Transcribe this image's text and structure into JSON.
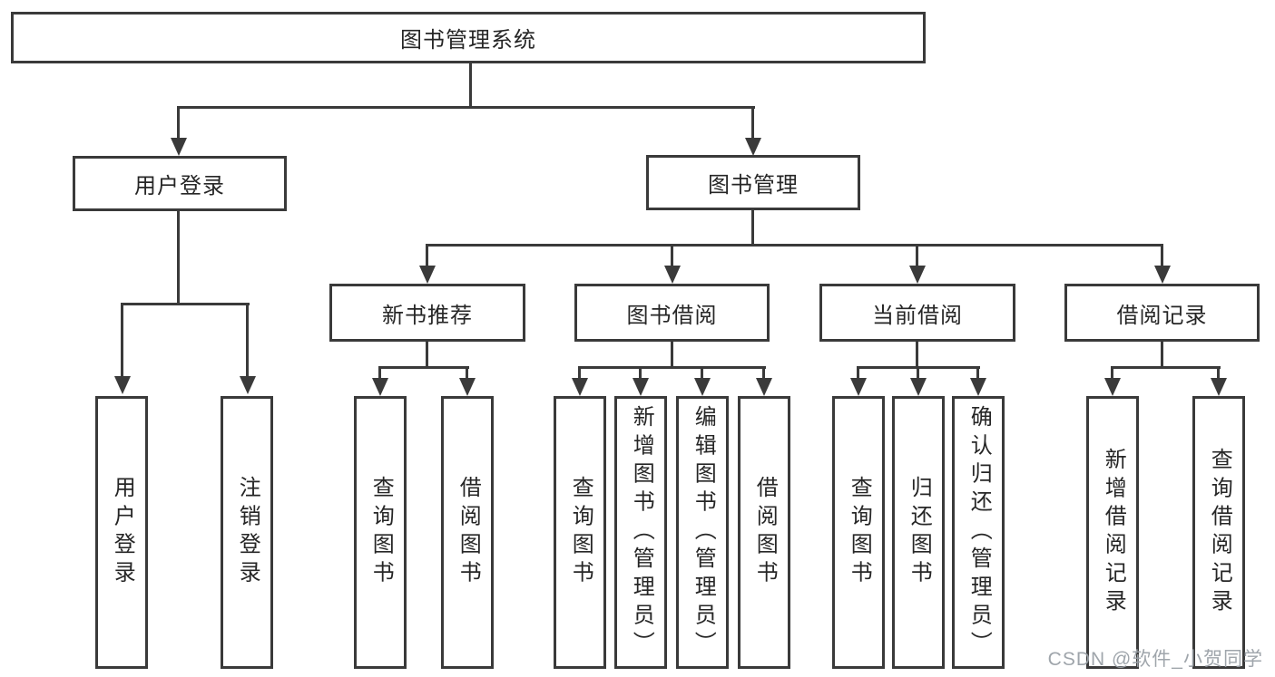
{
  "diagram": {
    "root": {
      "label": "图书管理系统"
    },
    "user_login": {
      "label": "用户登录",
      "children": [
        {
          "label": "用户登录"
        },
        {
          "label": "注销登录"
        }
      ]
    },
    "book_mgmt": {
      "label": "图书管理",
      "sections": [
        {
          "label": "新书推荐",
          "children": [
            {
              "label": "查询图书"
            },
            {
              "label": "借阅图书"
            }
          ]
        },
        {
          "label": "图书借阅",
          "children": [
            {
              "label": "查询图书"
            },
            {
              "label": "新增图书（管理员）"
            },
            {
              "label": "编辑图书（管理员）"
            },
            {
              "label": "借阅图书"
            }
          ]
        },
        {
          "label": "当前借阅",
          "children": [
            {
              "label": "查询图书"
            },
            {
              "label": "归还图书"
            },
            {
              "label": "确认归还（管理员）"
            }
          ]
        },
        {
          "label": "借阅记录",
          "children": [
            {
              "label": "新增借阅记录"
            },
            {
              "label": "查询借阅记录"
            }
          ]
        }
      ]
    }
  },
  "watermark": {
    "text": "CSDN @软件_小贺同学"
  },
  "colors": {
    "line": "#3a3a3a",
    "text": "#262626",
    "background": "#ffffff",
    "watermark": "#9aa0a7"
  }
}
